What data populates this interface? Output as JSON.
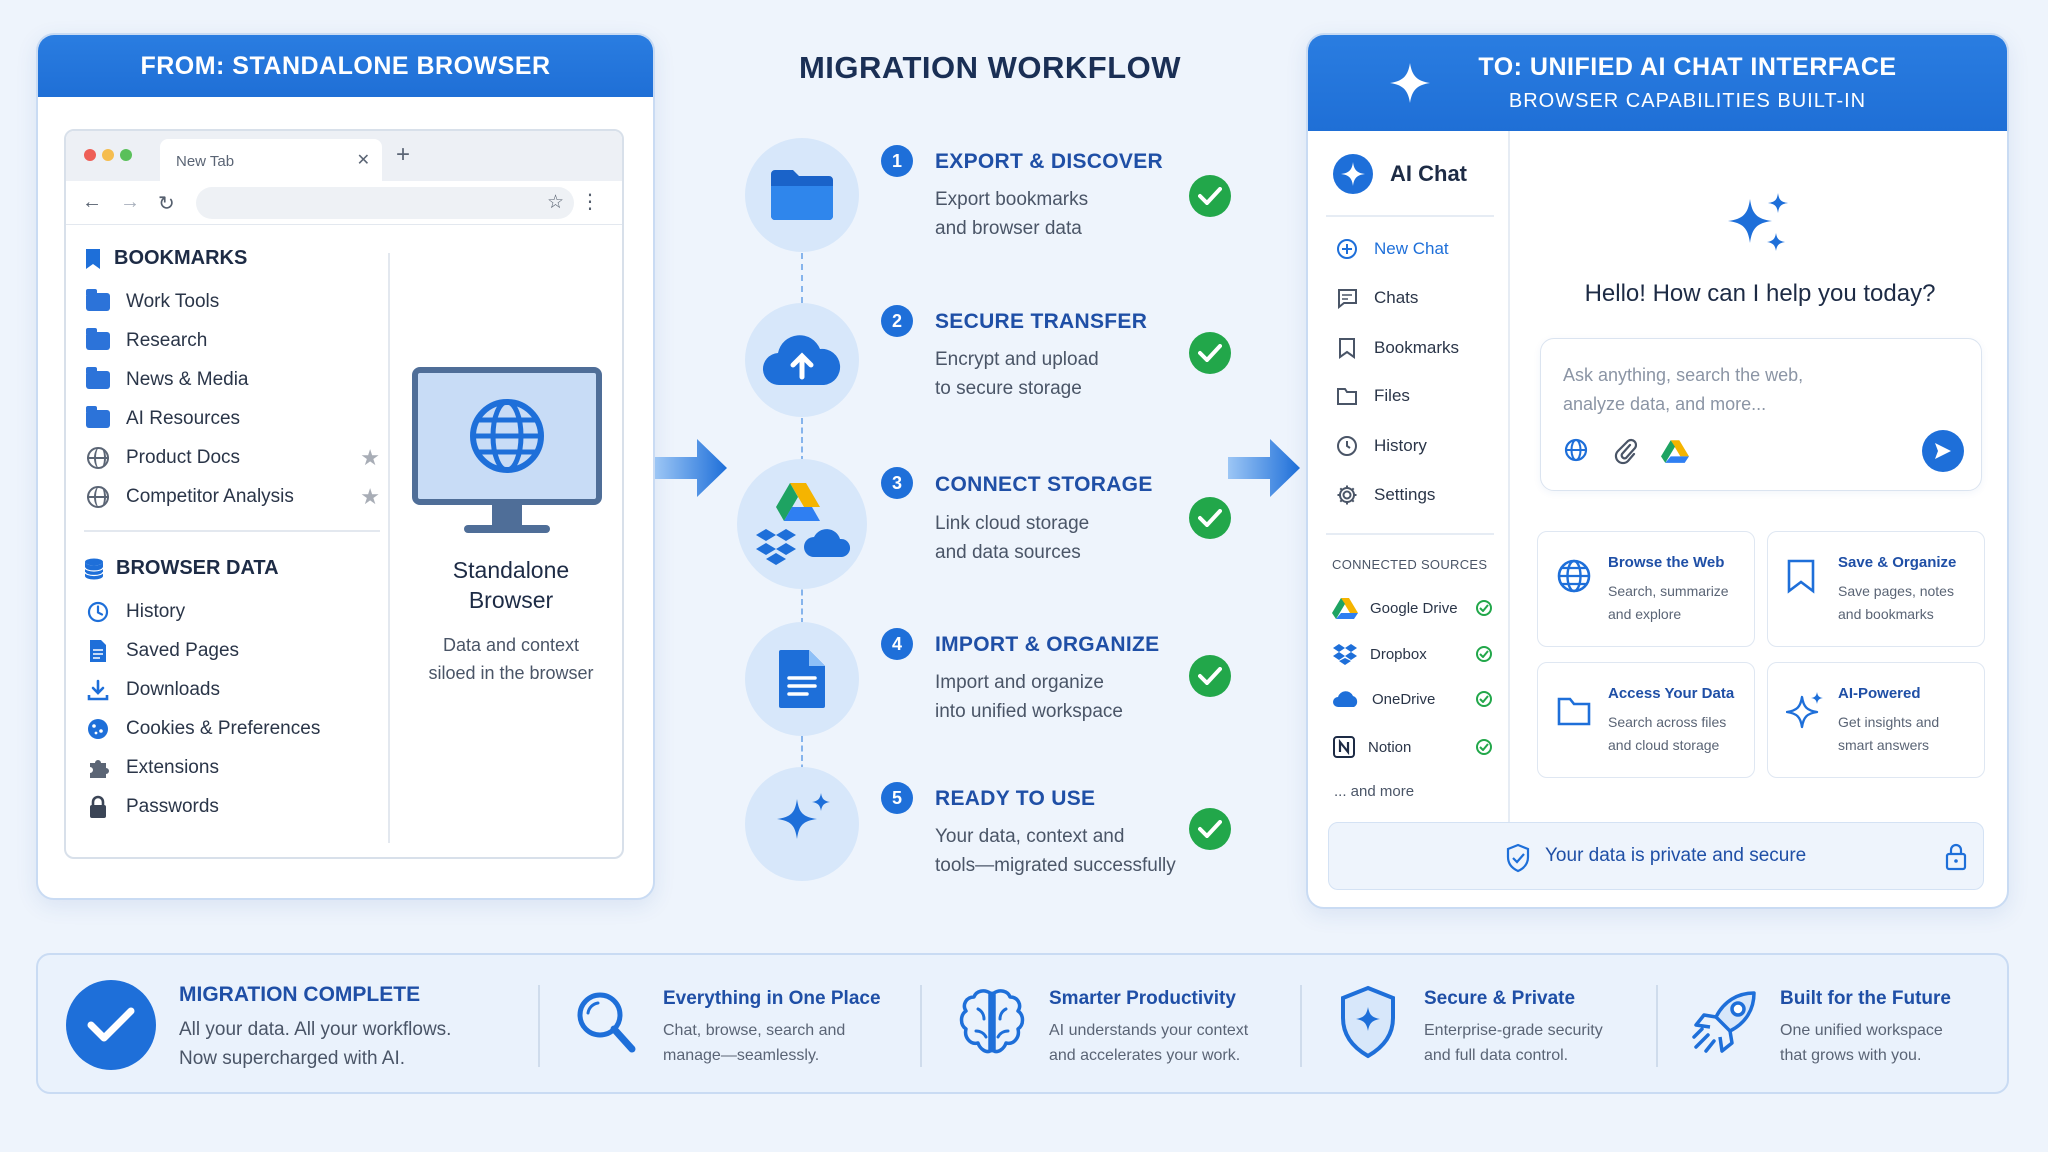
{
  "left_panel": {
    "header": "FROM: STANDALONE BROWSER",
    "tab_label": "New Tab",
    "bookmarks": {
      "title": "BOOKMARKS",
      "items": [
        {
          "label": "Work Tools",
          "icon": "folder-icon",
          "starred": false
        },
        {
          "label": "Research",
          "icon": "folder-icon",
          "starred": false
        },
        {
          "label": "News & Media",
          "icon": "folder-icon",
          "starred": false
        },
        {
          "label": "AI Resources",
          "icon": "folder-icon",
          "starred": false
        },
        {
          "label": "Product Docs",
          "icon": "globe-icon",
          "starred": true
        },
        {
          "label": "Competitor Analysis",
          "icon": "globe-icon",
          "starred": true
        }
      ]
    },
    "browser_data": {
      "title": "BROWSER DATA",
      "items": [
        {
          "label": "History",
          "icon": "clock-icon"
        },
        {
          "label": "Saved Pages",
          "icon": "document-icon"
        },
        {
          "label": "Downloads",
          "icon": "download-icon"
        },
        {
          "label": "Cookies & Preferences",
          "icon": "cookie-icon"
        },
        {
          "label": "Extensions",
          "icon": "puzzle-icon"
        },
        {
          "label": "Passwords",
          "icon": "lock-icon"
        }
      ]
    },
    "monitor": {
      "title_line1": "Standalone",
      "title_line2": "Browser",
      "desc_line1": "Data and context",
      "desc_line2": "siloed in the browser"
    }
  },
  "workflow": {
    "title": "MIGRATION WORKFLOW",
    "steps": [
      {
        "num": "1",
        "title": "EXPORT & DISCOVER",
        "line1": "Export bookmarks",
        "line2": "and browser data",
        "icon": "folder-icon"
      },
      {
        "num": "2",
        "title": "SECURE TRANSFER",
        "line1": "Encrypt and upload",
        "line2": "to secure storage",
        "icon": "cloud-upload-icon"
      },
      {
        "num": "3",
        "title": "CONNECT STORAGE",
        "line1": "Link cloud storage",
        "line2": "and data sources",
        "icon": "cloud-services-icon"
      },
      {
        "num": "4",
        "title": "IMPORT & ORGANIZE",
        "line1": "Import and organize",
        "line2": "into unified workspace",
        "icon": "document-icon"
      },
      {
        "num": "5",
        "title": "READY TO USE",
        "line1": "Your data, context and",
        "line2": "tools—migrated successfully",
        "icon": "sparkle-icon"
      }
    ]
  },
  "right_panel": {
    "header_title": "TO: UNIFIED AI CHAT INTERFACE",
    "header_sub": "BROWSER CAPABILITIES BUILT-IN",
    "app_name": "AI Chat",
    "sidebar": [
      {
        "label": "New Chat",
        "icon": "plus-circle-icon",
        "active": true
      },
      {
        "label": "Chats",
        "icon": "chat-icon",
        "active": false
      },
      {
        "label": "Bookmarks",
        "icon": "bookmark-icon",
        "active": false
      },
      {
        "label": "Files",
        "icon": "folder-outline-icon",
        "active": false
      },
      {
        "label": "History",
        "icon": "clock-icon",
        "active": false
      },
      {
        "label": "Settings",
        "icon": "gear-icon",
        "active": false
      }
    ],
    "sources_title": "CONNECTED SOURCES",
    "sources": [
      {
        "label": "Google Drive",
        "icon": "google-drive-icon"
      },
      {
        "label": "Dropbox",
        "icon": "dropbox-icon"
      },
      {
        "label": "OneDrive",
        "icon": "onedrive-icon"
      },
      {
        "label": "Notion",
        "icon": "notion-icon"
      }
    ],
    "sources_more": "... and more",
    "greeting": "Hello! How can I help you today?",
    "input_placeholder_line1": "Ask anything, search the web,",
    "input_placeholder_line2": "analyze data, and more...",
    "features": [
      {
        "title": "Browse the Web",
        "line1": "Search, summarize",
        "line2": "and explore",
        "icon": "globe-icon"
      },
      {
        "title": "Save & Organize",
        "line1": "Save pages, notes",
        "line2": "and bookmarks",
        "icon": "bookmark-icon"
      },
      {
        "title": "Access Your Data",
        "line1": "Search across files",
        "line2": "and cloud storage",
        "icon": "folder-outline-icon"
      },
      {
        "title": "AI-Powered",
        "line1": "Get insights and",
        "line2": "smart answers",
        "icon": "sparkle-icon"
      }
    ],
    "privacy": "Your data is private and secure"
  },
  "bottom": {
    "complete_title": "MIGRATION COMPLETE",
    "complete_line1": "All your data. All your workflows.",
    "complete_line2": "Now supercharged with AI.",
    "items": [
      {
        "title": "Everything in One Place",
        "line1": "Chat, browse, search and",
        "line2": "manage—seamlessly.",
        "icon": "search-icon"
      },
      {
        "title": "Smarter Productivity",
        "line1": "AI understands your context",
        "line2": "and accelerates your work.",
        "icon": "brain-icon"
      },
      {
        "title": "Secure & Private",
        "line1": "Enterprise-grade security",
        "line2": "and full data control.",
        "icon": "shield-icon"
      },
      {
        "title": "Built for the Future",
        "line1": "One unified workspace",
        "line2": "that grows with you.",
        "icon": "rocket-icon"
      }
    ]
  },
  "colors": {
    "accent": "#1e6fd9",
    "success": "#22a74a",
    "background": "#eef4fc"
  }
}
